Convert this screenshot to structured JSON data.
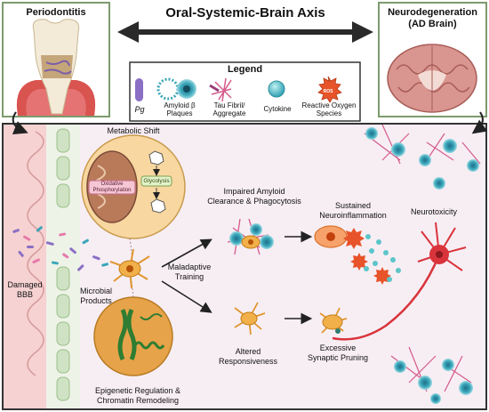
{
  "title": "Oral-Systemic-Brain Axis",
  "panels": {
    "periodontitis": "Periodontitis",
    "neurodegeneration_line1": "Neurodegeneration",
    "neurodegeneration_line2": "(AD Brain)"
  },
  "legend": {
    "title": "Legend",
    "items": [
      {
        "label": "Pg",
        "icon": "pg-bacterium-icon",
        "color": "#8a6fc4"
      },
      {
        "label": "Amyloid β Plaques",
        "icon": "amyloid-plaque-icon",
        "color": "#3aa6b9"
      },
      {
        "label": "Tau Fibril/ Aggregate",
        "icon": "tau-fibril-icon",
        "color": "#d45a8a"
      },
      {
        "label": "Cytokine",
        "icon": "cytokine-icon",
        "color": "#5cc5c8"
      },
      {
        "label": "Reactive Oxygen Species",
        "icon": "ros-icon",
        "color": "#e8542a"
      }
    ],
    "ros_badge": "ROS"
  },
  "labels": {
    "metabolic_shift": "Metabolic Shift",
    "oxphos": "Oxidative Phosphorylation",
    "glycolysis": "Glycolysis",
    "impaired_1": "Impaired Amyloid",
    "impaired_2": "Clearance & Phagocytosis",
    "sustained_1": "Sustained",
    "sustained_2": "Neuroinflammation",
    "neurotoxicity": "Neurotoxicity",
    "maladaptive_1": "Maladaptive",
    "maladaptive_2": "Training",
    "damaged_1": "Damaged",
    "damaged_2": "BBB",
    "microbial_1": "Microbial",
    "microbial_2": "Products",
    "altered_1": "Altered",
    "altered_2": "Responsiveness",
    "excessive_1": "Excessive",
    "excessive_2": "Synaptic Pruning",
    "epigenetic_1": "Epigenetic Regulation &",
    "epigenetic_2": "Chromatin Remodeling"
  },
  "colors": {
    "panel_bg": "#f7eef4",
    "vessel_pink": "#f2c6c6",
    "endothelial_green": "#cfe3c4",
    "microglia": "#f2b04a",
    "neuron": "#d9343b",
    "plaque": "#3aa6b9",
    "tau": "#d45a8a"
  }
}
